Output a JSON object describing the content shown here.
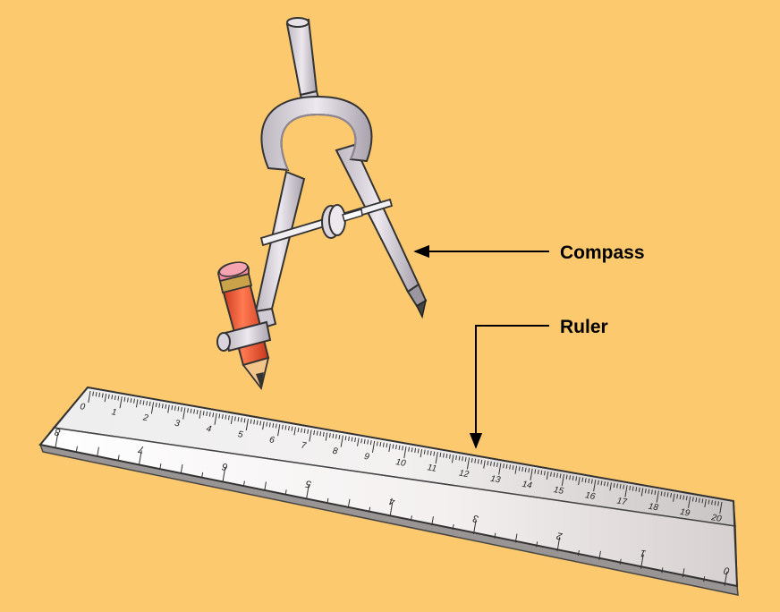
{
  "labels": {
    "compass": "Compass",
    "ruler": "Ruler"
  },
  "ruler": {
    "cm_labels": [
      "0",
      "1",
      "2",
      "3",
      "4",
      "5",
      "6",
      "7",
      "8",
      "9",
      "10",
      "11",
      "12",
      "13",
      "14",
      "15",
      "16",
      "17",
      "18",
      "19",
      "20"
    ],
    "inch_labels": [
      "8",
      "7",
      "6",
      "5",
      "4",
      "3",
      "2",
      "1",
      "0"
    ]
  },
  "colors": {
    "background": "#fdc96f",
    "compass_metal": "#d9d4dc",
    "pencil_body": "#f0502a",
    "eraser": "#f08a9c",
    "ferrule": "#c9a24a"
  }
}
